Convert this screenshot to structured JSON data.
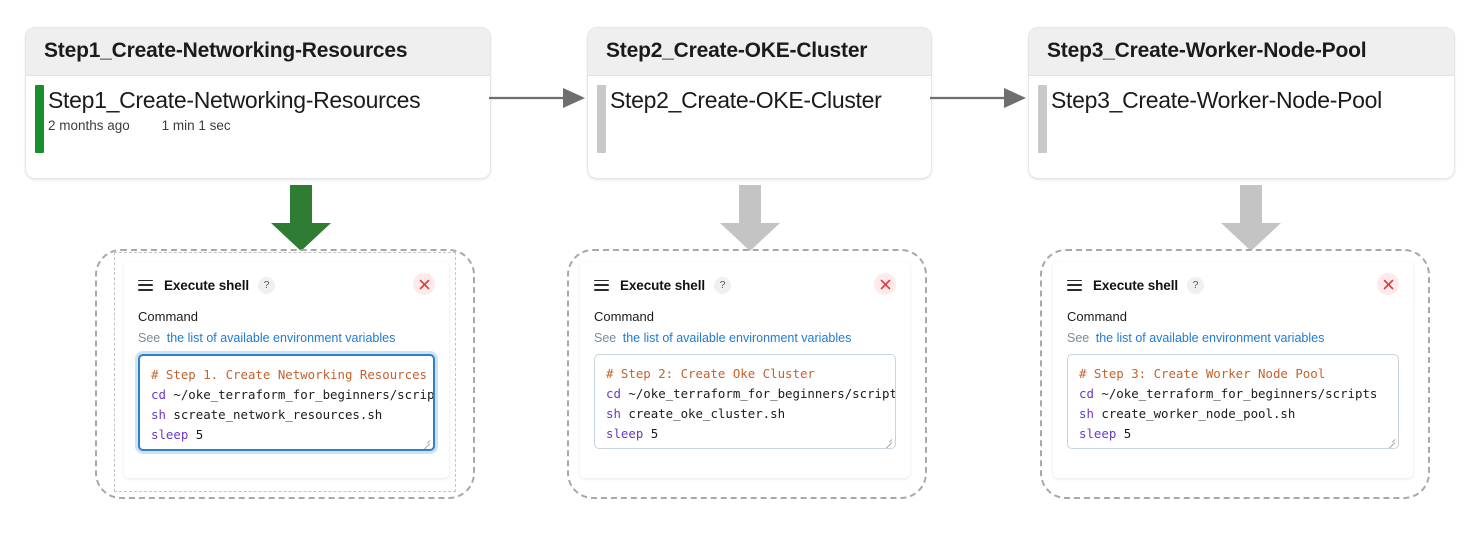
{
  "stages": [
    {
      "header": "Step1_Create-Networking-Resources",
      "name": "Step1_Create-Networking-Resources",
      "age": "2 months ago",
      "duration": "1 min 1 sec",
      "status_color": "#17902e",
      "has_meta": true
    },
    {
      "header": "Step2_Create-OKE-Cluster",
      "name": "Step2_Create-OKE-Cluster",
      "age": "",
      "duration": "",
      "status_color": "#c9c9c9",
      "has_meta": false
    },
    {
      "header": "Step3_Create-Worker-Node-Pool",
      "name": "Step3_Create-Worker-Node-Pool",
      "age": "",
      "duration": "",
      "status_color": "#c9c9c9",
      "has_meta": false
    }
  ],
  "panels": [
    {
      "title": "Execute shell",
      "help": "?",
      "command_label": "Command",
      "env_prefix": "See",
      "env_link": "the list of available environment variables",
      "focused": true,
      "code": {
        "comment": "# Step 1. Create Networking Resources",
        "lines": [
          {
            "kw": "cd",
            "rest": " ~/oke_terraform_for_beginners/scripts"
          },
          {
            "kw": "sh",
            "rest": " screate_network_resources.sh"
          },
          {
            "kw": "sleep",
            "rest": " 5"
          }
        ]
      }
    },
    {
      "title": "Execute shell",
      "help": "?",
      "command_label": "Command",
      "env_prefix": "See",
      "env_link": "the list of available environment variables",
      "focused": false,
      "code": {
        "comment": "# Step 2: Create Oke Cluster",
        "lines": [
          {
            "kw": "cd",
            "rest": " ~/oke_terraform_for_beginners/scripts"
          },
          {
            "kw": "sh",
            "rest": " create_oke_cluster.sh"
          },
          {
            "kw": "sleep",
            "rest": " 5"
          }
        ]
      }
    },
    {
      "title": "Execute shell",
      "help": "?",
      "command_label": "Command",
      "env_prefix": "See",
      "env_link": "the list of available environment variables",
      "focused": false,
      "code": {
        "comment": "# Step 3: Create Worker Node Pool",
        "lines": [
          {
            "kw": "cd",
            "rest": " ~/oke_terraform_for_beginners/scripts"
          },
          {
            "kw": "sh",
            "rest": " create_worker_node_pool.sh"
          },
          {
            "kw": "sleep",
            "rest": " 5"
          }
        ]
      }
    }
  ],
  "arrows": {
    "down_colors": [
      "#2f7d32",
      "#c4c4c4",
      "#c4c4c4"
    ],
    "connector_color": "#6e6e6e"
  }
}
